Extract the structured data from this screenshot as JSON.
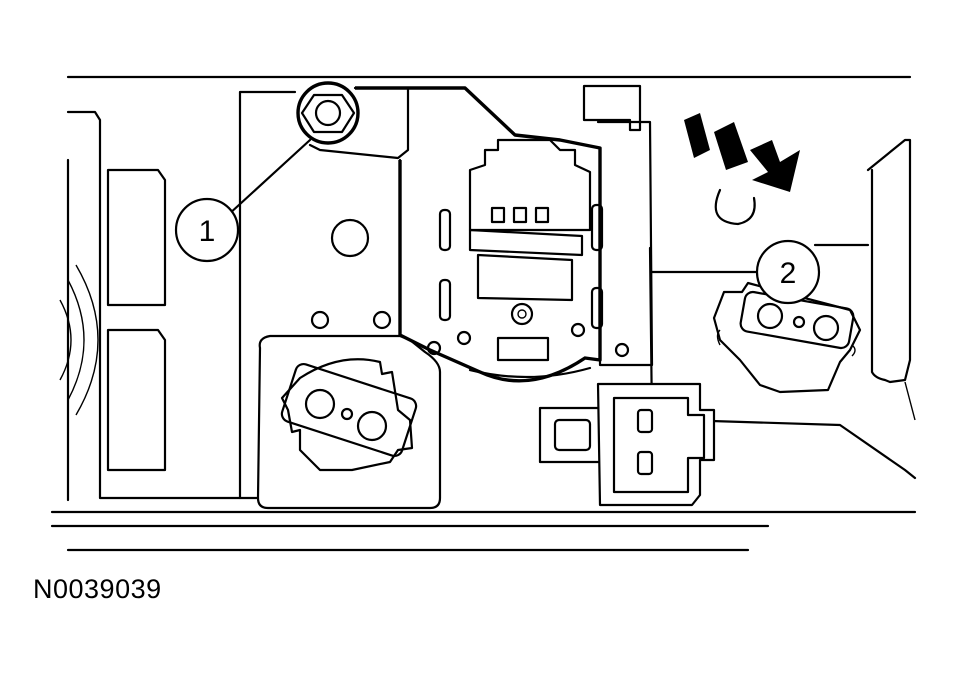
{
  "diagram": {
    "figure_id": "N0039039",
    "callouts": [
      {
        "number": "1"
      },
      {
        "number": "2"
      }
    ]
  },
  "colors": {
    "line": "#000000",
    "background": "#ffffff"
  }
}
